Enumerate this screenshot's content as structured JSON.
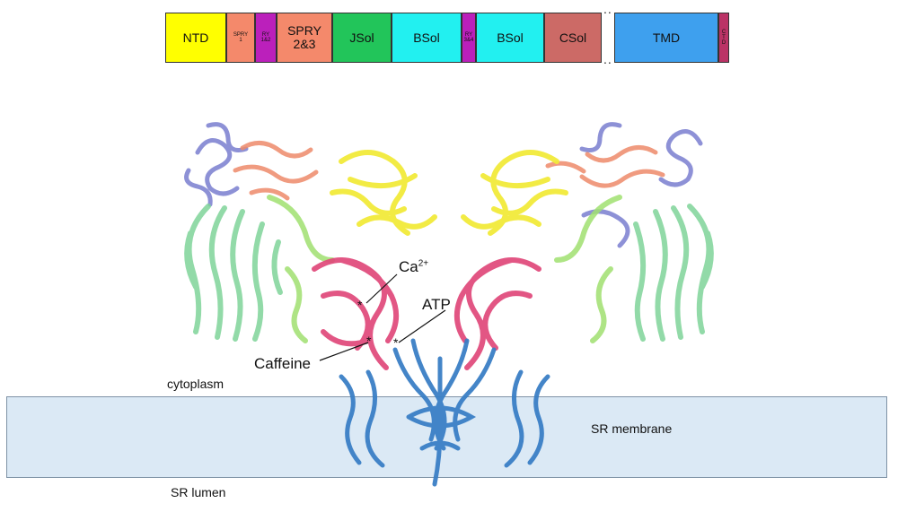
{
  "domain_bar": {
    "segments": [
      {
        "label": "NTD",
        "color": "#ffff00"
      },
      {
        "label": "SPRY\n1",
        "color": "#f4896b"
      },
      {
        "label": "RY\n1&2",
        "color": "#bb20bb"
      },
      {
        "label": "SPRY\n2&3",
        "color": "#f4896b"
      },
      {
        "label": "JSol",
        "color": "#22c55a"
      },
      {
        "label": "BSol",
        "color": "#22f0f0"
      },
      {
        "label": "RY\n3&4",
        "color": "#bb20bb"
      },
      {
        "label": "BSol",
        "color": "#22f0f0"
      },
      {
        "label": "CSol",
        "color": "#cc6a66"
      },
      {
        "label": "TMD",
        "color": "#3ea0ee"
      },
      {
        "label": "C\nT\nD",
        "color": "#bb3366"
      }
    ],
    "gap_marker": ".."
  },
  "structure": {
    "callouts": {
      "calcium": "Ca",
      "calcium_superscript": "2+",
      "atp": "ATP",
      "caffeine": "Caffeine",
      "site_marker": "*"
    }
  },
  "labels": {
    "cytoplasm": "cytoplasm",
    "sr_membrane": "SR membrane",
    "sr_lumen": "SR lumen"
  },
  "colors": {
    "membrane": "#dbe9f5",
    "tmd_blue": "#3a7fc6",
    "ntd_yellow": "#f2ea3a",
    "central_pink": "#e0487a",
    "solenoid_green": "#7fd49a",
    "jsol_green": "#a0e070",
    "spry_salmon": "#ee8a6a",
    "periphery_purple": "#7a7ed0"
  }
}
